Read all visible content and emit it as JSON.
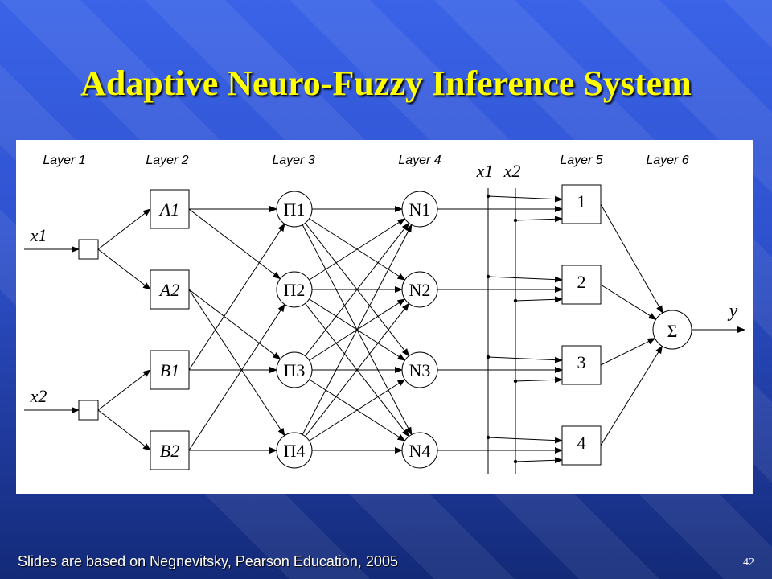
{
  "slide": {
    "title": "Adaptive Neuro-Fuzzy Inference System",
    "footer": "Slides are based on Negnevitsky, Pearson Education, 2005",
    "page_number": "42"
  },
  "colors": {
    "title": "#ffff00",
    "background_top": "#3a63e8",
    "background_bottom": "#132a78",
    "panel": "#ffffff",
    "ink": "#000000"
  },
  "diagram": {
    "layers": [
      "Layer 1",
      "Layer 2",
      "Layer 3",
      "Layer 4",
      "Layer 5",
      "Layer 6"
    ],
    "inputs": [
      "x1",
      "x2"
    ],
    "bus_labels": [
      "x1",
      "x2"
    ],
    "output": "y",
    "fuzzification_nodes": [
      "A1",
      "A2",
      "B1",
      "B2"
    ],
    "rule_nodes": [
      "Π1",
      "Π2",
      "Π3",
      "Π4"
    ],
    "normalization_nodes": [
      "N1",
      "N2",
      "N3",
      "N4"
    ],
    "defuzzification_nodes": [
      "1",
      "2",
      "3",
      "4"
    ],
    "summation_node": "Σ"
  }
}
